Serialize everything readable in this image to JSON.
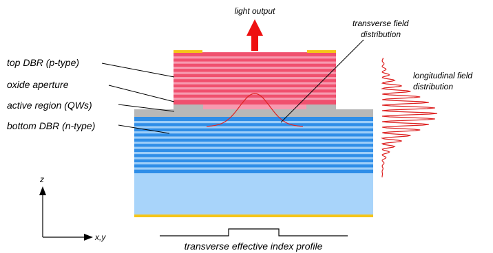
{
  "labels": {
    "light_output": "light output",
    "transverse_field_line1": "transverse field",
    "transverse_field_line2": "distribution",
    "longitudinal_field_line1": "longitudinal field",
    "longitudinal_field_line2": "distribution",
    "top_dbr": "top DBR (p-type)",
    "oxide_aperture": "oxide aperture",
    "active_region": "active region (QWs)",
    "bottom_dbr": "bottom DBR (n-type)",
    "axis_z": "z",
    "axis_xy": "x,y",
    "index_profile": "transverse effective index profile"
  },
  "colors": {
    "top_dbr_dark": "#f0506e",
    "top_dbr_light": "#f79ab0",
    "bottom_dbr_dark": "#2f8ee8",
    "bottom_dbr_light": "#9ccdf8",
    "substrate": "#a8d4fa",
    "active_layer": "#b8b8b8",
    "contact": "#f5c518",
    "arrow": "#ee1111",
    "field_curve": "#dd2222"
  }
}
